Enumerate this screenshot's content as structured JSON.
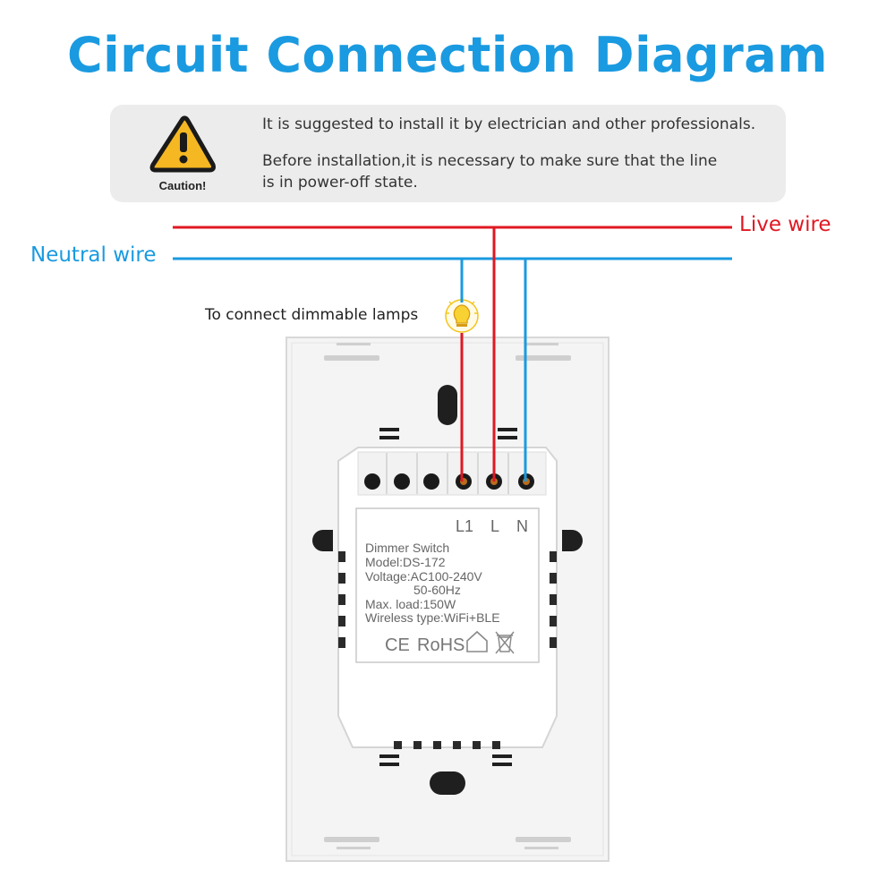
{
  "title": "Circuit Connection Diagram",
  "caution": {
    "label": "Caution!",
    "line1": "It is suggested to install it by electrician and other professionals.",
    "line2a": "Before installation,it is necessary to make sure that the line",
    "line2b": "is in power-off state."
  },
  "wires": {
    "live": "Live wire",
    "neutral": "Neutral wire",
    "live_color": "#e01822",
    "neutral_color": "#1a9ae0"
  },
  "lamp": {
    "label": "To connect dimmable lamps",
    "icon": "lightbulb-icon"
  },
  "terminals": [
    "L1",
    "L",
    "N"
  ],
  "device": {
    "name": "Dimmer Switch",
    "model": "Model:DS-172",
    "voltage": "Voltage:AC100-240V",
    "frequency": "50-60Hz",
    "max_load": "Max. load:150W",
    "wireless": "Wireless type:WiFi+BLE",
    "ce": "CE",
    "rohs": "RoHS"
  }
}
